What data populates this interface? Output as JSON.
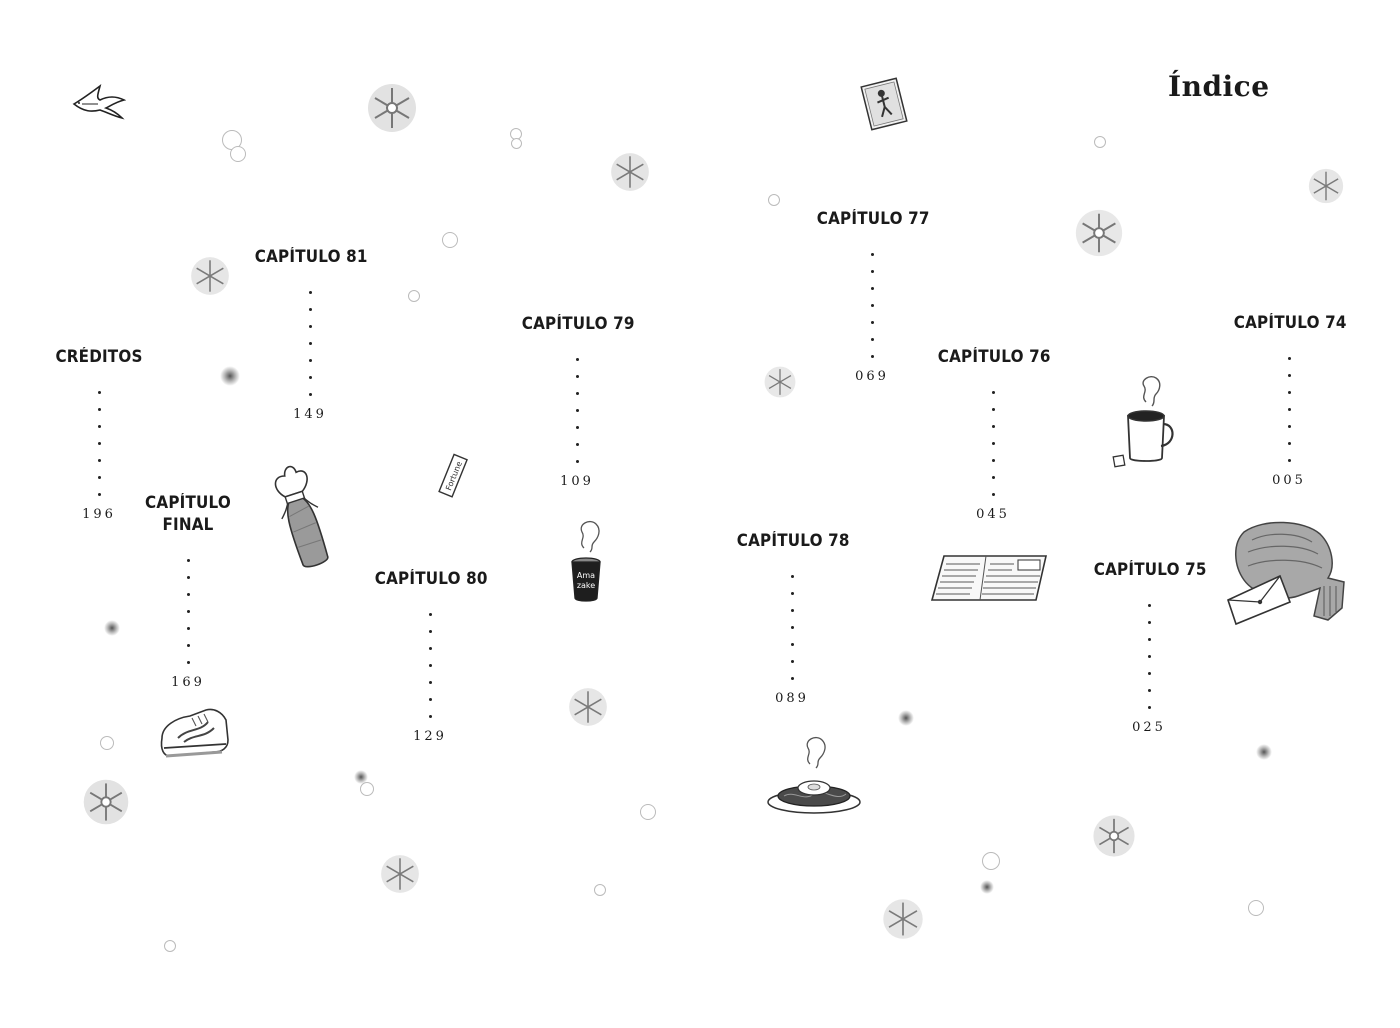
{
  "title": "Índice",
  "entries": [
    {
      "label": "CAPÍTULO 74",
      "page": "005"
    },
    {
      "label": "CAPÍTULO 75",
      "page": "025"
    },
    {
      "label": "CAPÍTULO 76",
      "page": "045"
    },
    {
      "label": "CAPÍTULO 77",
      "page": "069"
    },
    {
      "label": "CAPÍTULO 78",
      "page": "089"
    },
    {
      "label": "CAPÍTULO 79",
      "page": "109"
    },
    {
      "label": "CAPÍTULO 80",
      "page": "129"
    },
    {
      "label": "CAPÍTULO 81",
      "page": "149"
    },
    {
      "label_line1": "CAPÍTULO",
      "label_line2": "FINAL",
      "page": "169"
    },
    {
      "label": "CRÉDITOS",
      "page": "196"
    }
  ],
  "illustrations": {
    "amazake_cup": {
      "line1": "Ama",
      "line2": "zake",
      "icon": "amazake-cup-icon"
    },
    "fortune_slip": {
      "text": "Fortune",
      "icon": "fortune-slip-icon"
    },
    "swallow": {
      "icon": "swallow-icon"
    },
    "photo_card": {
      "icon": "photo-card-icon"
    },
    "coffee_mug": {
      "icon": "coffee-mug-icon"
    },
    "scarf_letter": {
      "icon": "scarf-letter-icon"
    },
    "newspaper": {
      "icon": "newspaper-icon"
    },
    "pasta_plate": {
      "icon": "pasta-plate-icon"
    },
    "gift_bottle": {
      "icon": "gift-bottle-icon"
    },
    "sneaker": {
      "icon": "sneaker-icon"
    },
    "snowflake": {
      "icon": "snowflake-icon"
    }
  }
}
